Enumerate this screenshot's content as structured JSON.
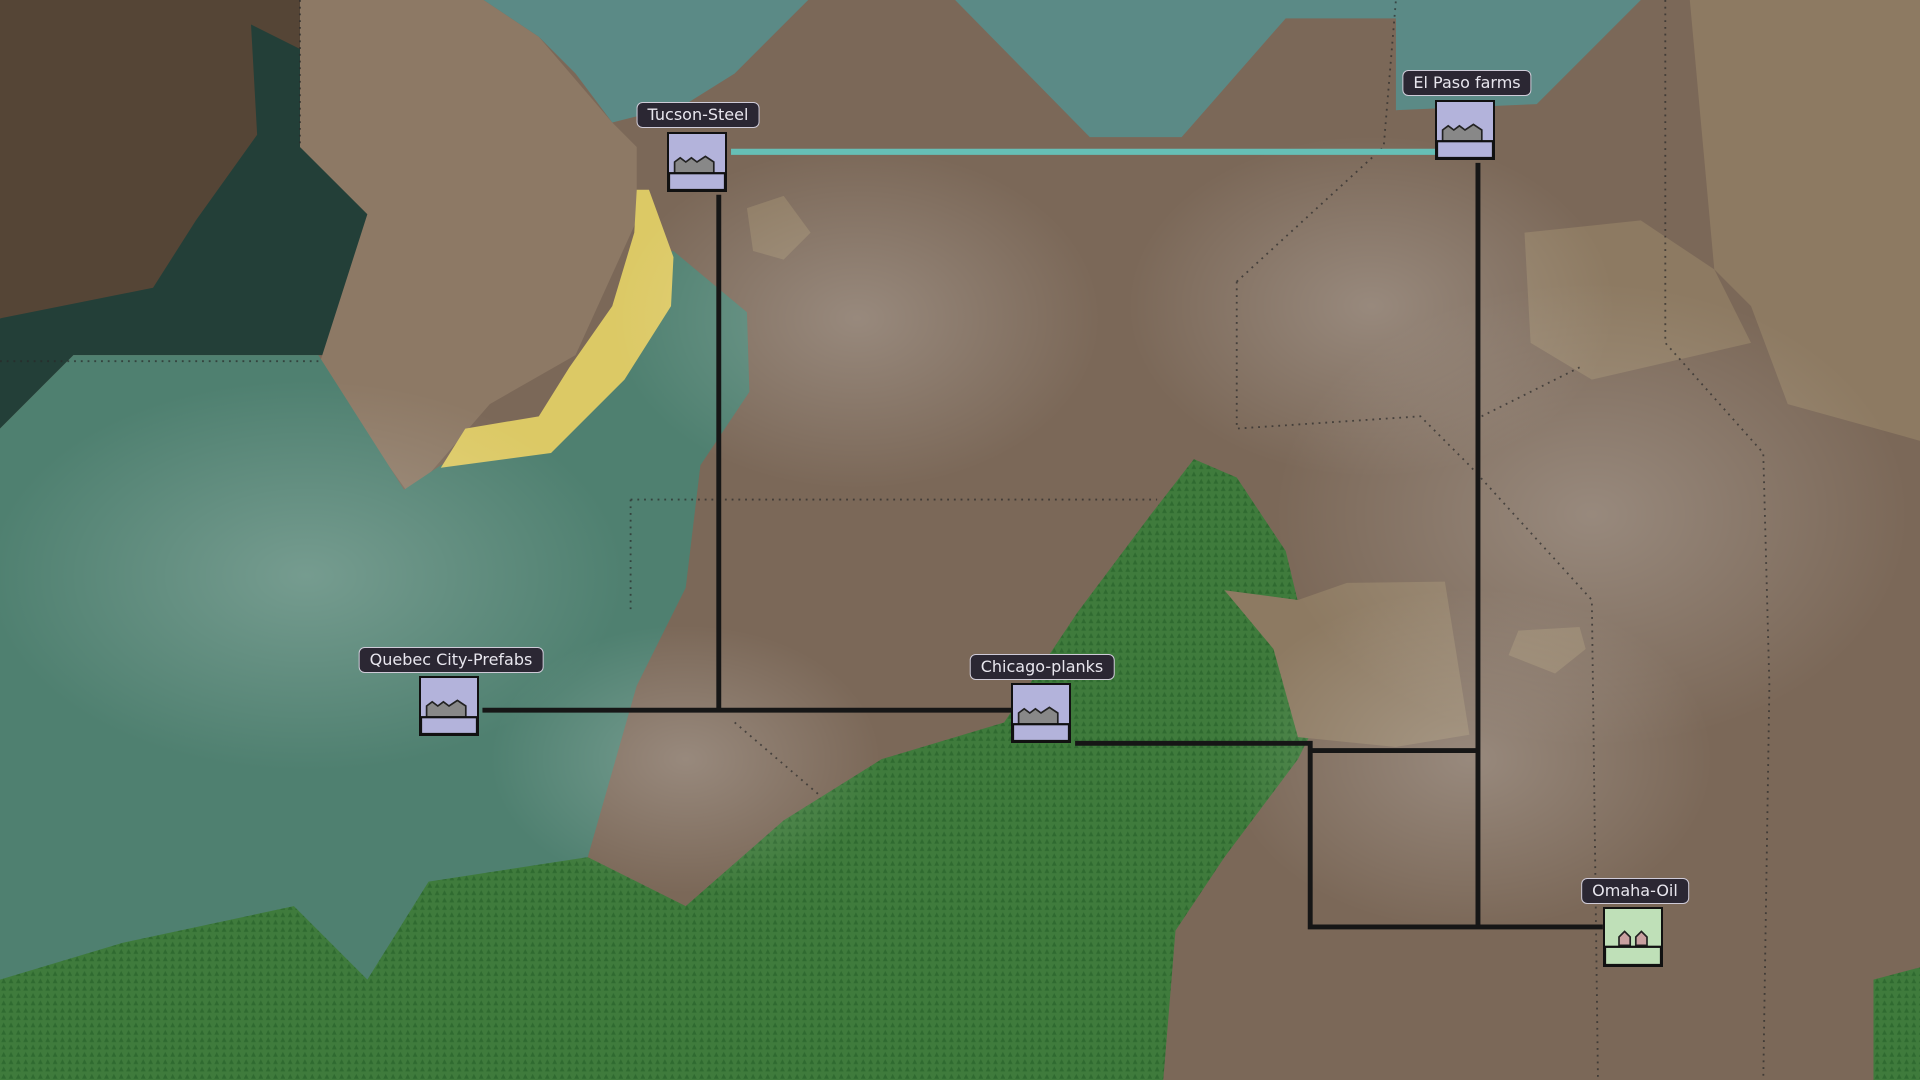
{
  "colors": {
    "ground": "#7b6858",
    "water": "#5b8a86",
    "sea": "#4f8070",
    "forest": "#3d7a3c",
    "rail": "#66bfb6",
    "road": "#161616",
    "factory": "#b3b3db",
    "oil": "#bfe0b8"
  },
  "cities": [
    {
      "name": "Tucson-Steel",
      "icon": "factory-icon"
    },
    {
      "name": "El Paso farms",
      "icon": "factory-icon"
    },
    {
      "name": "Quebec City-Prefabs",
      "icon": "factory-icon"
    },
    {
      "name": "Chicago-planks",
      "icon": "factory-icon"
    },
    {
      "name": "Omaha-Oil",
      "icon": "houses-icon"
    }
  ]
}
